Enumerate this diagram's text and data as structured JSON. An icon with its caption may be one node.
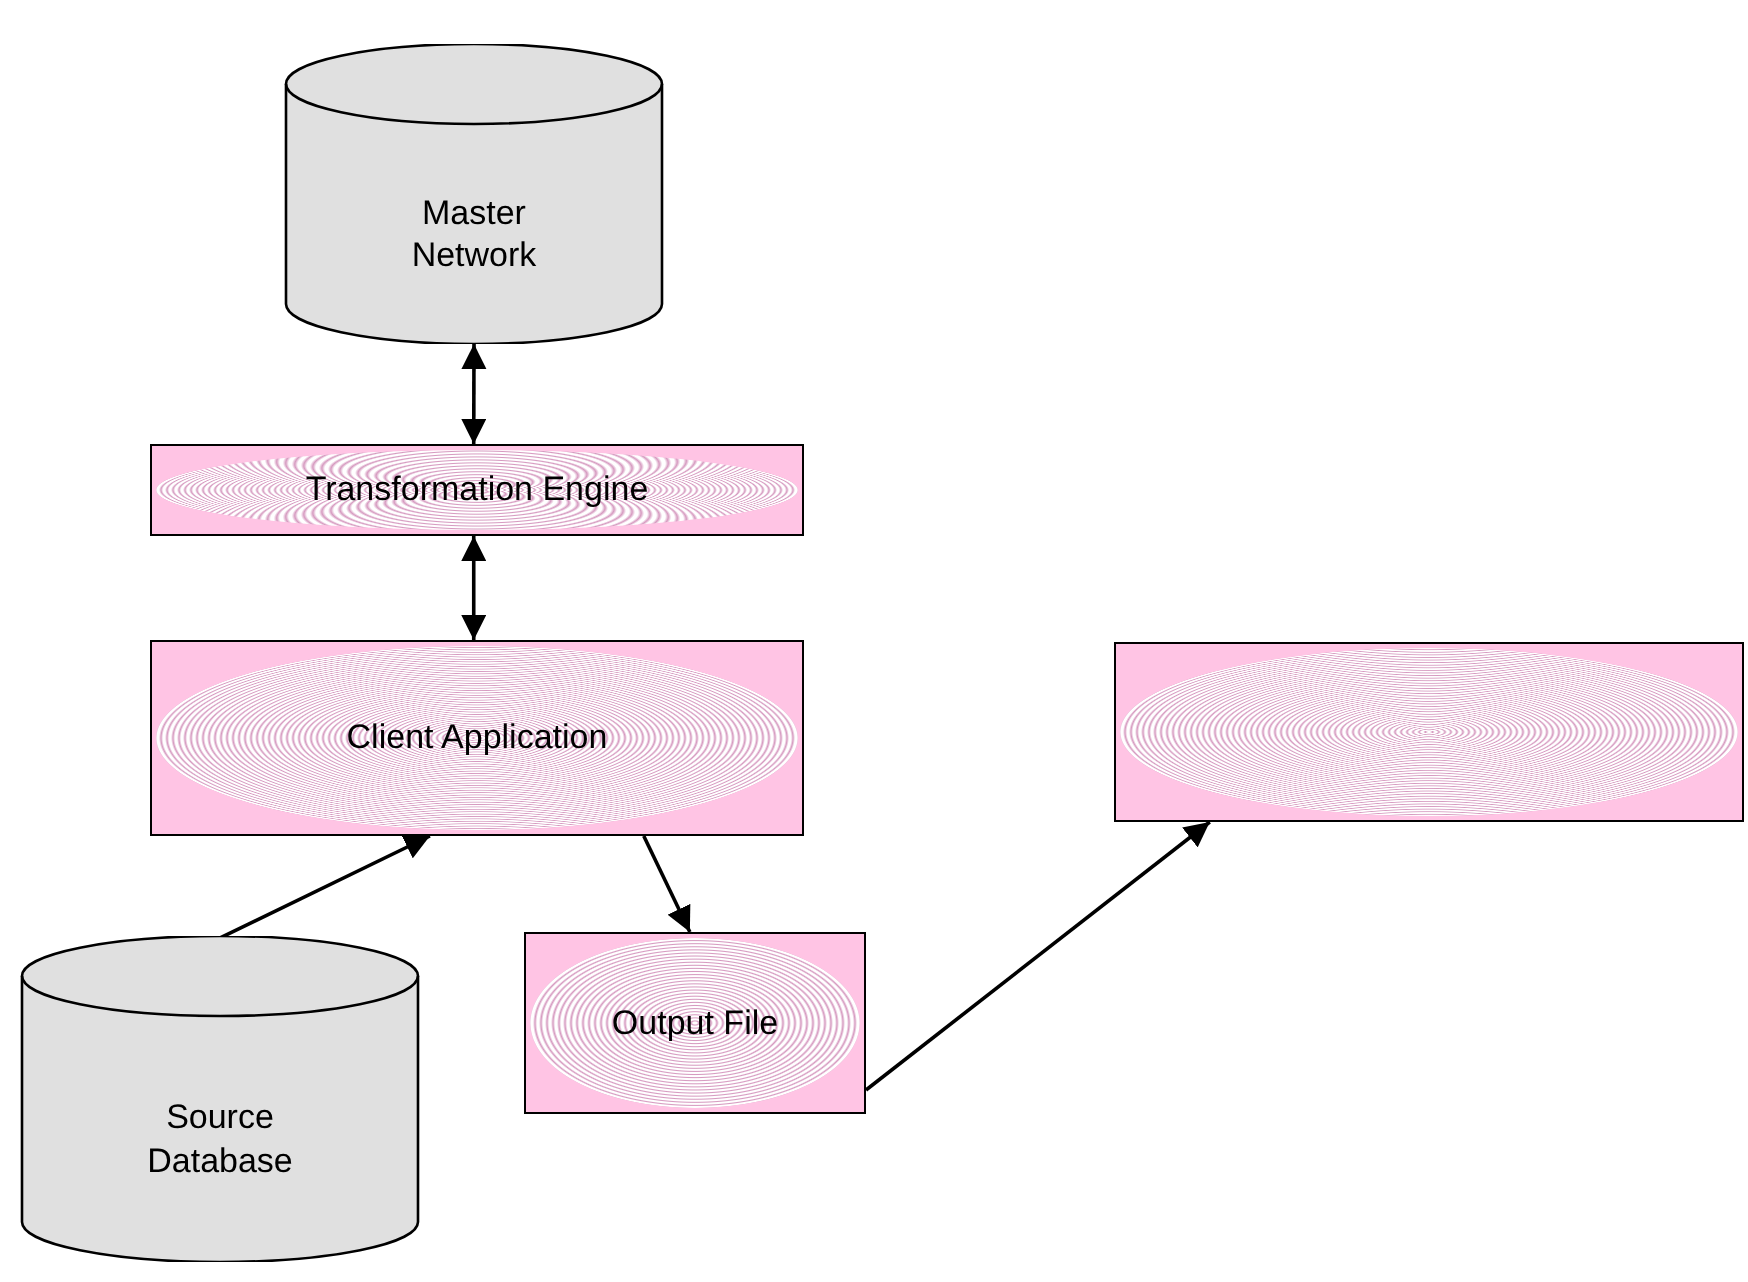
{
  "diagram": {
    "nodes": [
      {
        "text": [
          "Master Network"
        ]
      },
      {
        "text": [
          "Transformation Engine"
        ]
      },
      {
        "text": [
          "Client Application"
        ]
      },
      {
        "text": [],
        "shape": "box"
      },
      {
        "text": [
          "Source Database"
        ]
      },
      {
        "text": [
          "Output File"
        ]
      }
    ],
    "edges": [
      {
        "from": 0,
        "to": 1,
        "arrow": "both"
      },
      {
        "from": 1,
        "to": 2,
        "arrow": "both"
      },
      {
        "from": 4,
        "to": 2,
        "arrow": "to"
      },
      {
        "from": 2,
        "to": 5,
        "arrow": "to"
      },
      {
        "from": 5,
        "to": 3,
        "arrow": "to"
      }
    ]
  }
}
